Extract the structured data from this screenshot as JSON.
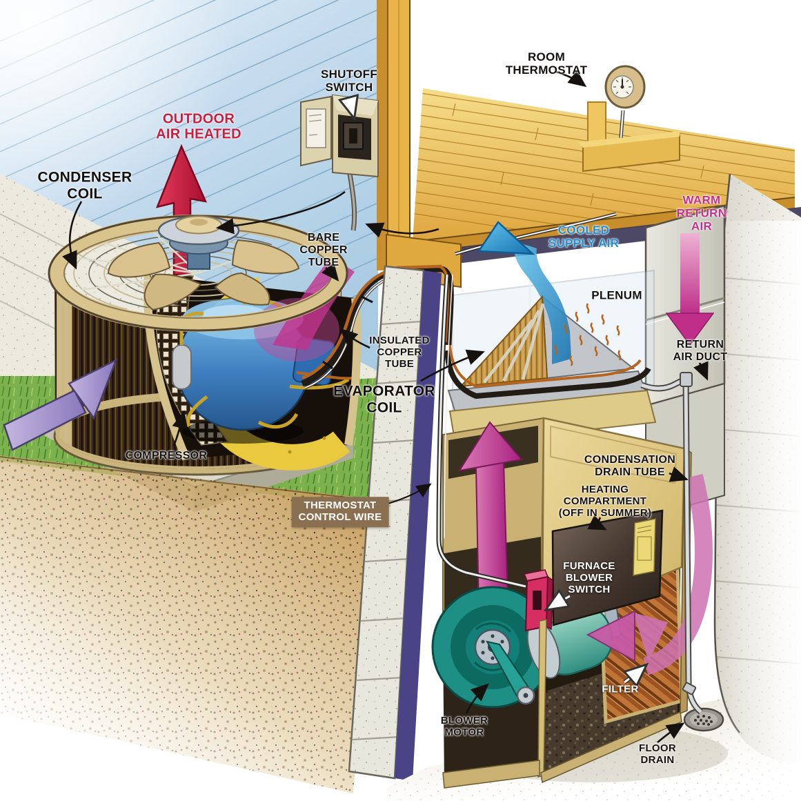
{
  "palette": {
    "ink": "#14110e",
    "label-red": "#c61f40",
    "label-blue": "#1f8ed2",
    "label-magenta": "#c2328c",
    "label-white": "#ffffff",
    "wirebox-brown": "#8a6f50",
    "arrow-red": "#c21f44",
    "arrow-magenta": "#bf2f8a",
    "arrow-blue": "#2196d6",
    "arrow-purple": "#9c8cc8",
    "siding-blue": "#bcd7ea",
    "wood-yellow": "#e9b54b",
    "furnace-tan": "#ddc783",
    "compressor-blue": "#3f7fc0",
    "blower-teal": "#1e8f85",
    "filter-orange": "#b0662e"
  },
  "labels": {
    "shutoff_switch": {
      "lines": [
        "SHUTOFF",
        "SWITCH"
      ]
    },
    "room_thermostat": {
      "lines": [
        "ROOM",
        "THERMOSTAT"
      ]
    },
    "outdoor_air_heated": {
      "lines": [
        "OUTDOOR",
        "AIR HEATED"
      ]
    },
    "condenser_coil": {
      "lines": [
        "CONDENSER",
        "COIL"
      ]
    },
    "bare_copper_tube": {
      "lines": [
        "BARE",
        "COPPER",
        "TUBE"
      ]
    },
    "cooled_supply_air": {
      "lines": [
        "COOLED",
        "SUPPLY AIR"
      ]
    },
    "warm_return_air": {
      "lines": [
        "WARM",
        "RETURN",
        "AIR"
      ]
    },
    "plenum": {
      "lines": [
        "PLENUM"
      ]
    },
    "return_air_duct": {
      "lines": [
        "RETURN",
        "AIR DUCT"
      ]
    },
    "insulated_copper_tube": {
      "lines": [
        "INSULATED",
        "COPPER",
        "TUBE"
      ]
    },
    "evaporator_coil": {
      "lines": [
        "EVAPORATOR",
        "COIL"
      ]
    },
    "condensation_drain_tube": {
      "lines": [
        "CONDENSATION",
        "DRAIN TUBE"
      ]
    },
    "heating_compartment": {
      "lines": [
        "HEATING",
        "COMPARTMENT",
        "(OFF IN SUMMER)"
      ]
    },
    "compressor": {
      "lines": [
        "COMPRESSOR"
      ]
    },
    "thermostat_control_wire": {
      "lines": [
        "THERMOSTAT",
        "CONTROL WIRE"
      ]
    },
    "furnace_blower_switch": {
      "lines": [
        "FURNACE",
        "BLOWER",
        "SWITCH"
      ]
    },
    "filter": {
      "lines": [
        "FILTER"
      ]
    },
    "blower_motor": {
      "lines": [
        "BLOWER",
        "MOTOR"
      ]
    },
    "floor_drain": {
      "lines": [
        "FLOOR",
        "DRAIN"
      ]
    }
  }
}
